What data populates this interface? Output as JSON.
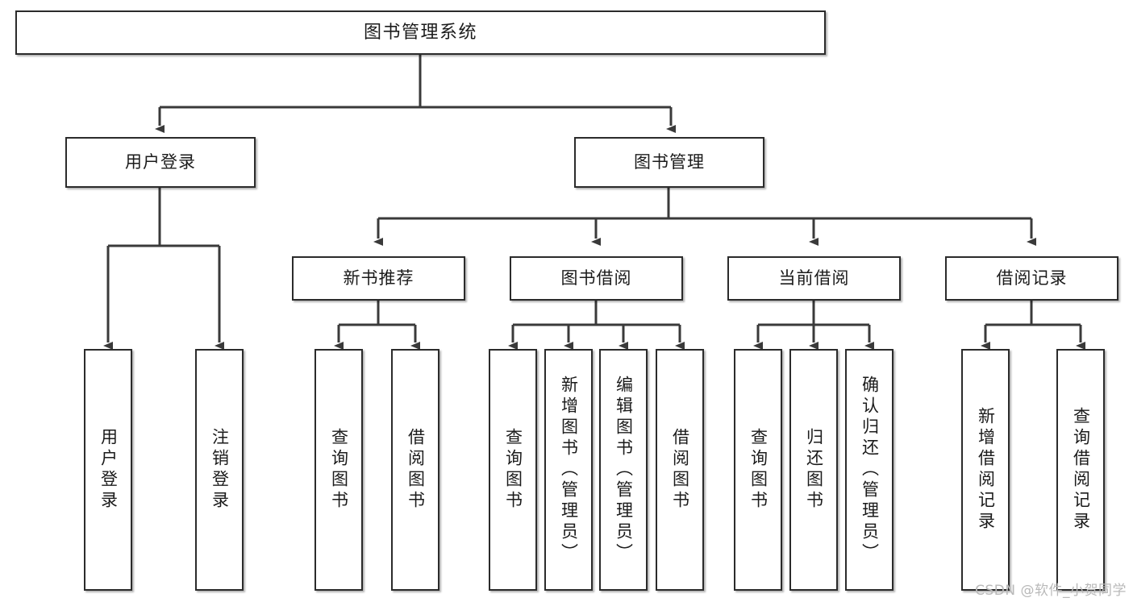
{
  "diagram": {
    "title": "图书管理系统",
    "type": "tree-hierarchy-chart",
    "watermark": "CSDN @软件_小贺同学",
    "colors": {
      "box_border": "#2b2b2b",
      "box_fill": "#ffffff",
      "connector": "#3a3a3a",
      "text": "#1b1b1b",
      "watermark": "#b9b9b9"
    }
  },
  "nodes": {
    "root": {
      "label": "图书管理系统"
    },
    "level2": [
      {
        "label": "用户登录"
      },
      {
        "label": "图书管理"
      }
    ],
    "level3": [
      {
        "label": "新书推荐"
      },
      {
        "label": "图书借阅"
      },
      {
        "label": "当前借阅"
      },
      {
        "label": "借阅记录"
      }
    ],
    "leaves": {
      "user_login": [
        {
          "label": "用户登录"
        },
        {
          "label": "注销登录"
        }
      ],
      "new_book_recommend": [
        {
          "label": "查询图书"
        },
        {
          "label": "借阅图书"
        }
      ],
      "book_borrow": [
        {
          "label": "查询图书"
        },
        {
          "label": "新增图书（管理员）"
        },
        {
          "label": "编辑图书（管理员）"
        },
        {
          "label": "借阅图书"
        }
      ],
      "current_borrow": [
        {
          "label": "查询图书"
        },
        {
          "label": "归还图书"
        },
        {
          "label": "确认归还（管理员）"
        }
      ],
      "borrow_record": [
        {
          "label": "新增借阅记录"
        },
        {
          "label": "查询借阅记录"
        }
      ]
    }
  }
}
